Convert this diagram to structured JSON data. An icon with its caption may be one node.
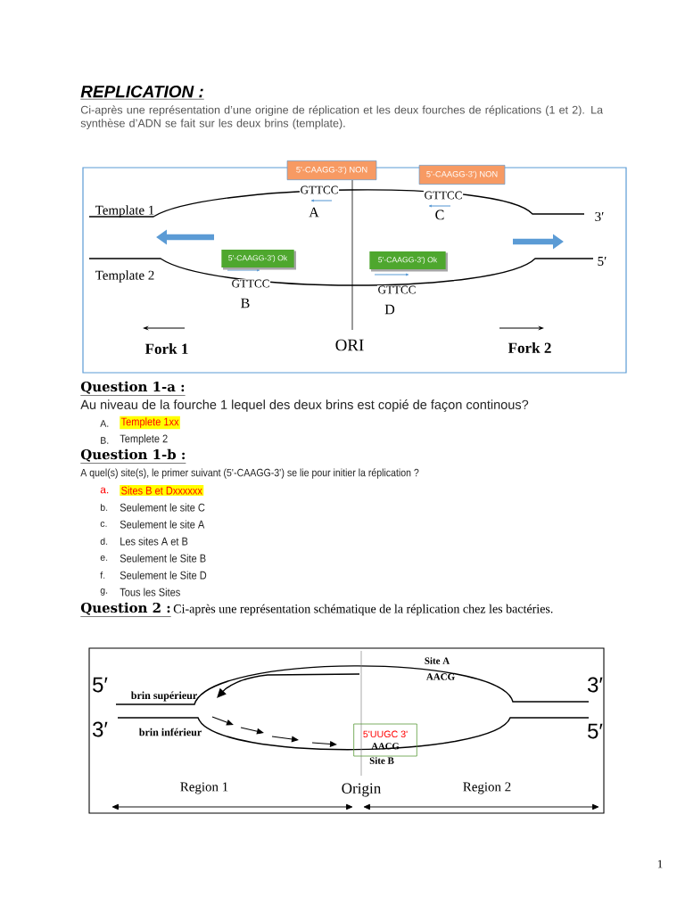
{
  "diagram": {
    "title": "REPLICATION :",
    "nodes": [
      {
        "text": [
          "5'-CAAGG-3')  NON"
        ]
      },
      {
        "text": [
          "5'-CAAGG-3')  NON"
        ]
      },
      {
        "text": [
          "5'-CAAGG-3') Ok"
        ]
      },
      {
        "text": [
          "5'-CAAGG-3') Ok"
        ]
      },
      {
        "text": [
          "5'UUGC 3'",
          "AACG"
        ]
      }
    ],
    "labels": [
      "Ci-après une représentation d’une origine de réplication et les deux fourches de réplications (1 et 2). La synthèse d’ADN se fait sur les deux brins (template).",
      "GTTCC",
      "GTTCC",
      "Template 1",
      "A",
      "C",
      "3′",
      "5′",
      "Template 2",
      "GTTCC",
      "GTTCC",
      "B",
      "D",
      "Fork 1",
      "ORI",
      "Fork 2",
      "Question 1-a :",
      "Au niveau de la fourche 1 lequel des deux brins est copié de façon continous?",
      "A.",
      "Templete 1xx",
      "B.",
      "Templete 2",
      "Question 1-b :",
      "A quel(s) site(s), le primer suivant (5'-CAAGG-3') se lie pour initier la réplication ?",
      "a.",
      "Sites B et Dxxxxxx",
      "b.",
      "Seulement le site C",
      "c.",
      "Seulement le site A",
      "d.",
      "Les sites A et B",
      "e.",
      "Seulement le Site B",
      "f.",
      "Seulement le Site D",
      "g.",
      "Tous les Sites",
      "Question 2 :",
      "Ci-après une représentation schématique de la réplication chez les bactéries.",
      "Site A",
      "5′",
      "AACG",
      "3′",
      "brin supérieur",
      "3′",
      "5′",
      "brin inférieur",
      "Site B",
      "Region 1",
      "Origin",
      "Region 2",
      "1"
    ]
  }
}
